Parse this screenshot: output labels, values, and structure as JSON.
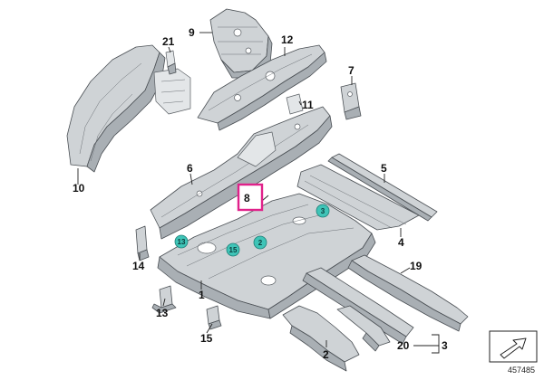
{
  "callouts": [
    {
      "id": "c10",
      "label": "10"
    },
    {
      "id": "c21",
      "label": "21"
    },
    {
      "id": "c9",
      "label": "9"
    },
    {
      "id": "c12",
      "label": "12"
    },
    {
      "id": "c7",
      "label": "7"
    },
    {
      "id": "c11",
      "label": "11"
    },
    {
      "id": "c6",
      "label": "6"
    },
    {
      "id": "c5",
      "label": "5"
    },
    {
      "id": "c8",
      "label": "8"
    },
    {
      "id": "c4",
      "label": "4"
    },
    {
      "id": "c14",
      "label": "14"
    },
    {
      "id": "c19",
      "label": "19"
    },
    {
      "id": "c1",
      "label": "1"
    },
    {
      "id": "c13",
      "label": "13"
    },
    {
      "id": "c15",
      "label": "15"
    },
    {
      "id": "c2",
      "label": "2"
    },
    {
      "id": "c20",
      "label": "20"
    },
    {
      "id": "c3",
      "label": "3"
    }
  ],
  "badges": [
    {
      "id": "b3",
      "label": "3"
    },
    {
      "id": "b13",
      "label": "13"
    },
    {
      "id": "b15",
      "label": "15"
    },
    {
      "id": "b2",
      "label": "2"
    }
  ],
  "highlighted_callout": "8",
  "reference_number": "457485",
  "colors": {
    "highlight": "#e0218a",
    "badge_fill": "#3fc4b7",
    "part_gray": "#cfd3d6",
    "line": "#222222"
  },
  "icons": {
    "corner_arrow": "arrow-pointer-icon"
  }
}
